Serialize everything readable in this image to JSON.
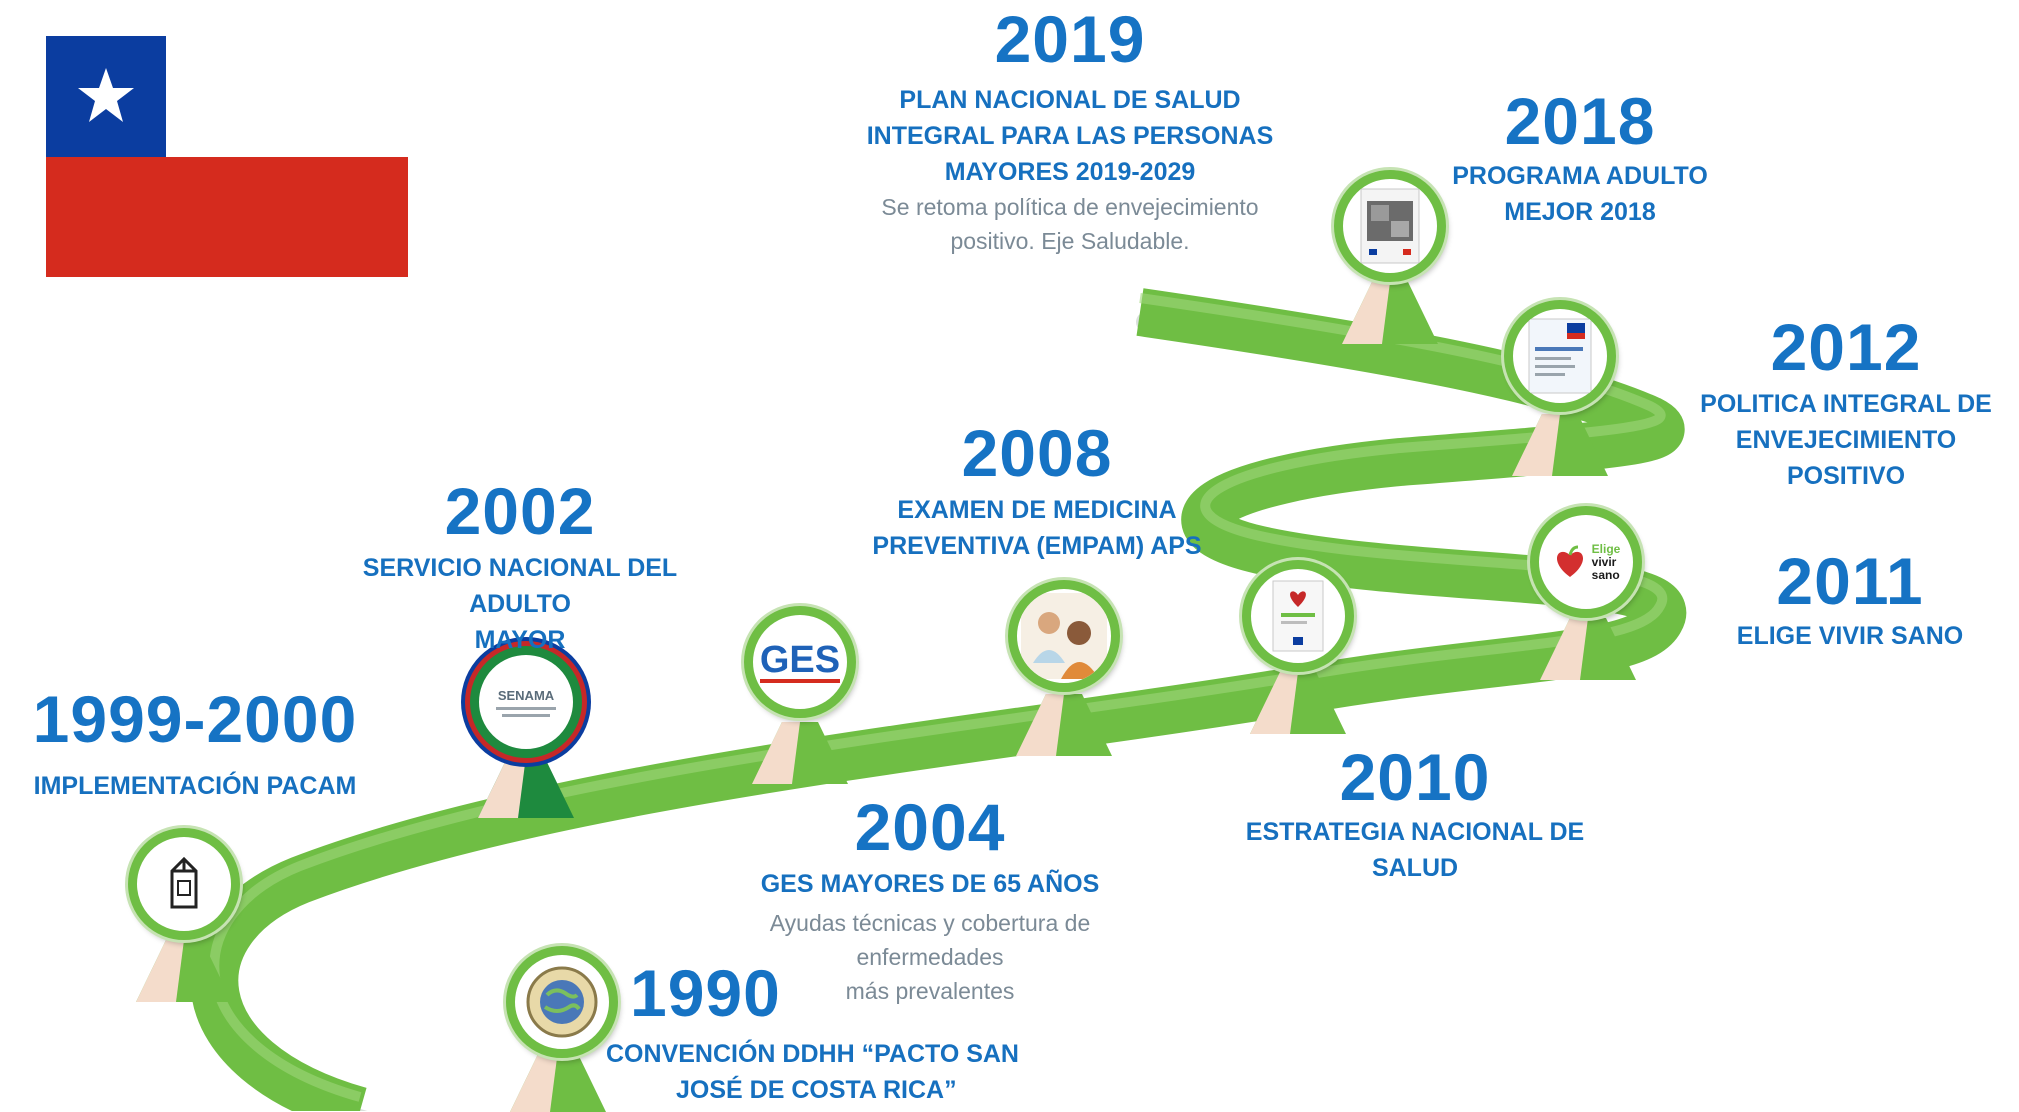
{
  "flag": {
    "colors": {
      "blue": "#0b3da0",
      "white": "#ffffff",
      "red": "#d52b1e"
    },
    "icon": "white-star-icon"
  },
  "colors": {
    "road": "#6fbe44",
    "text": "#1673c4",
    "muted": "#7b8a96"
  },
  "milestones": {
    "m1990": {
      "year": "1990",
      "label_1": "CONVENCIÓN DDHH “PACTO SAN",
      "label_2": "JOSÉ DE COSTA RICA”",
      "icon": "globe-seal-icon"
    },
    "m1999": {
      "year": "1999-2000",
      "label": "IMPLEMENTACIÓN PACAM",
      "icon": "milk-carton-icon"
    },
    "m2002": {
      "year": "2002",
      "label_1": "SERVICIO NACIONAL DEL ADULTO",
      "label_2": "MAYOR",
      "icon": "senama-logo",
      "logo_text": "SENAMA"
    },
    "m2004": {
      "year": "2004",
      "label": "GES MAYORES DE 65 AÑOS",
      "desc_1": "Ayudas técnicas y cobertura de enfermedades",
      "desc_2": "más prevalentes",
      "icon": "ges-logo",
      "logo_text": "GES"
    },
    "m2008": {
      "year": "2008",
      "label_1": "EXAMEN DE MEDICINA",
      "label_2": "PREVENTIVA (EMPAM) APS",
      "icon": "doctor-photo-icon"
    },
    "m2010": {
      "year": "2010",
      "label_1": "ESTRATEGIA NACIONAL DE",
      "label_2": "SALUD",
      "icon": "document-cover-icon"
    },
    "m2011": {
      "year": "2011",
      "label": "ELIGE VIVIR SANO",
      "icon": "heart-logo-icon",
      "logo_text_1": "Elige",
      "logo_text_2": "vivir",
      "logo_text_3": "sano"
    },
    "m2012": {
      "year": "2012",
      "label_1": "POLITICA INTEGRAL DE",
      "label_2": "ENVEJECIMIENTO POSITIVO",
      "icon": "document-cover-icon"
    },
    "m2018": {
      "year": "2018",
      "label_1": "PROGRAMA ADULTO",
      "label_2": "MEJOR 2018",
      "icon": "document-cover-icon"
    },
    "m2019": {
      "year": "2019",
      "label_1": "PLAN NACIONAL DE SALUD",
      "label_2": "INTEGRAL PARA LAS PERSONAS",
      "label_3": "MAYORES 2019-2029",
      "desc_1": "Se retoma política de envejecimiento",
      "desc_2": "positivo. Eje Saludable."
    }
  }
}
